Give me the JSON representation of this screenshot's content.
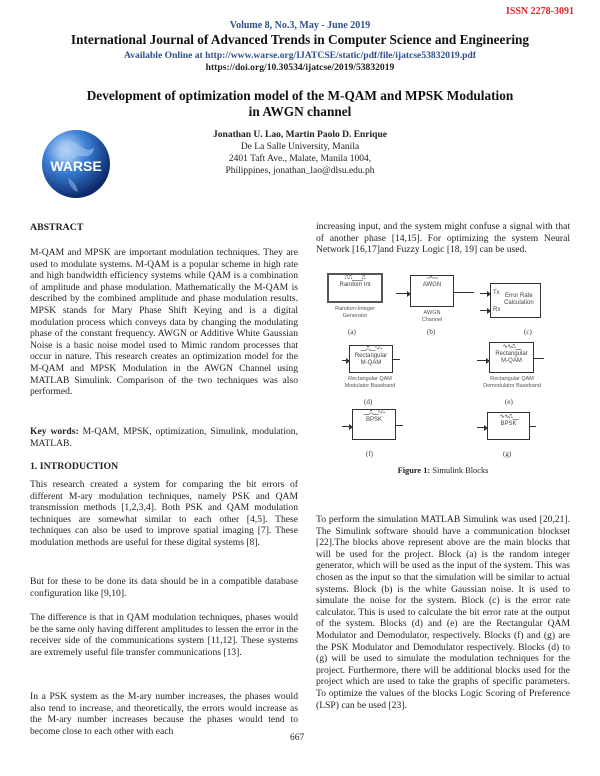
{
  "header": {
    "issn": "ISSN 2278-3091",
    "volume": "Volume 8, No.3, May - June 2019",
    "journal": "International Journal of Advanced Trends in Computer Science and Engineering",
    "available": "Available Online at http://www.warse.org/IJATCSE/static/pdf/file/ijatcse53832019.pdf",
    "doi": "https://doi.org/10.30534/ijatcse/2019/53832019",
    "colors": {
      "issn": "#e0262e",
      "links": "#2f4f8a"
    }
  },
  "paper": {
    "title_line1": "Development of optimization model of the M-QAM and MPSK Modulation",
    "title_line2": "in AWGN channel",
    "authors": "Jonathan U. Lao, Martin Paolo D.  Enrique",
    "affiliation1": "De La Salle University, Manila",
    "affiliation2": "2401 Taft Ave., Malate, Manila 1004,",
    "affiliation3": "Philippines, jonathan_lao@dlsu.edu.ph",
    "logo_text": "WARSE"
  },
  "abstract": {
    "heading": "ABSTRACT",
    "text": "M-QAM and MPSK are important modulation techniques. They are used to modulate systems. M-QAM is a popular scheme in high rate and high bandwidth efficiency systems while QAM is a combination of amplitude and phase modulation. Mathematically the M-QAM is described by the combined amplitude and phase modulation results. MPSK stands for Mary Phase Shift Keying and is a digital modulation process which conveys data by changing the modulating phase of the constant frequency. AWGN or Additive White Gaussian Noise is a basic noise model used to Mimic random processes that occur in nature. This research creates an optimization model for the M-QAM and MPSK Modulation in the AWGN Channel using MATLAB Simulink. Comparison of the two techniques was also performed.",
    "keywords_label": "Key words:",
    "keywords": " M-QAM, MPSK, optimization, Simulink, modulation, MATLAB."
  },
  "intro": {
    "heading": "1. INTRODUCTION",
    "paragraphs": [
      "This research created a system for comparing the bit errors of different M-ary modulation techniques, namely PSK and QAM transmission methods [1,2,3,4]. Both PSK and QAM modulation techniques are somewhat similar to each other [4,5]. These techniques can also be used to improve spatial imaging [7]. These modulation methods are useful for these digital systems [8].",
      "But for these to be done its data should be in a compatible database configuration like [9,10].",
      "The difference is that in QAM modulation techniques, phases would be the same only having different amplitudes to lessen the error in the receiver side of the communications system [11,12]. These systems are extremely useful file transfer communications [13].",
      "In a  PSK system as the M-ary number increases, the phases would also tend to increase, and theoretically, the errors would increase as the M-ary number increases because the phases would tend to become close to each other with each"
    ],
    "right_continuation": "increasing input, and the system might confuse a signal with that of another phase [14,15]. For optimizing the system Neural Network [16,17]and Fuzzy Logic [18, 19] can be used.",
    "right_paragraph": "To perform the simulation MATLAB Simulink was used [20,21]. The Simulink software should have a communication blockset [22].The blocks above represent above are the main blocks that will be used for the project. Block (a) is the random integer generator, which will be used as the input of the system. This was chosen as the input so that the simulation will be similar to actual systems. Block (b) is the white Gaussian noise. It is used to simulate the noise for the system. Block (c) is the error rate calculator. This is used to calculate the bit error rate at the output of the system. Blocks (d) and (e) are the Rectangular QAM Modulator and Demodulator, respectively. Blocks (f) and (g) are the PSK Modulator and Demodulator respectively. Blocks (d) to (g) will be used to simulate the modulation techniques for the project. Furthermore, there will be additional blocks used for the project which are used to take the graphs of specific parameters. To optimize the values of the blocks Logic Scoring of Preference (LSP) can be used [23]."
  },
  "figure": {
    "caption_label": "Figure 1:",
    "caption_text": " Simulink Blocks",
    "blocks": {
      "a": {
        "inner": "Random Int",
        "label1": "Random-Integer",
        "label2": "Generator",
        "tag": "(a)"
      },
      "b": {
        "inner": "AWGN",
        "label1": "AWGN",
        "label2": "Channel",
        "tag": "(b)"
      },
      "c": {
        "inner1": "Error Rate",
        "inner2": "Calculation",
        "tx": "Tx",
        "rx": "Rx",
        "tag": "(c)"
      },
      "d": {
        "inner1": "Rectangular",
        "inner2": "M-QAM",
        "label1": "Rectangular QAM",
        "label2": "Modulator Baseband",
        "tag": "(d)"
      },
      "e": {
        "inner1": "Rectangular",
        "inner2": "M-QAM",
        "label1": "Rectangular QAM",
        "label2": "Demodulator Baseband",
        "tag": "(e)"
      },
      "f": {
        "inner": "BPSK",
        "tag": "(f)"
      },
      "g": {
        "inner": "BPSK",
        "tag": "(g)"
      }
    }
  },
  "footer": {
    "page_number": "667"
  }
}
